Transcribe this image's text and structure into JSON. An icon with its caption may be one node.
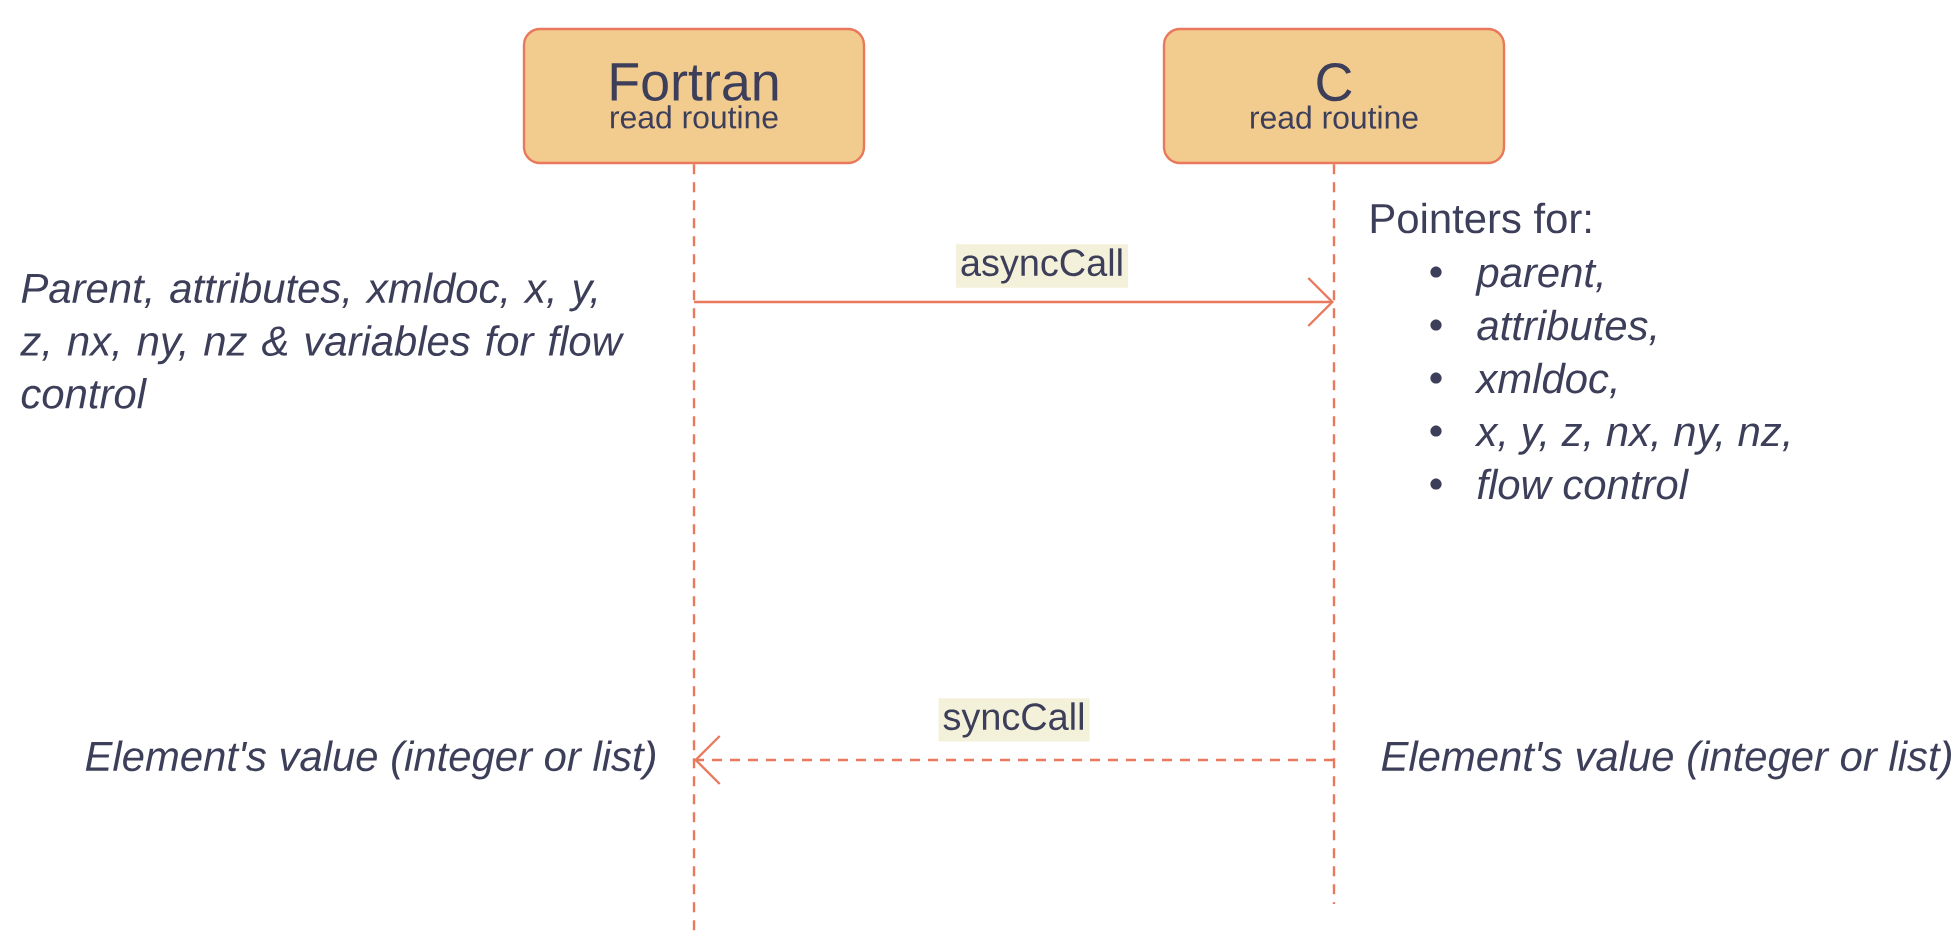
{
  "diagram": {
    "nodes": [
      {
        "text": [
          "Fortran",
          "read routine"
        ]
      },
      {
        "text": [
          "C",
          "read routine"
        ]
      }
    ],
    "edges": [
      {
        "from": 0,
        "to": 1,
        "arrow": "to",
        "label": "asyncCall"
      },
      {
        "from": 1,
        "to": 0,
        "arrow": "to",
        "label": "syncCall",
        "style": "dashed"
      }
    ],
    "labels": [
      "Parent, attributes, xmldoc, x, y, z, nx, ny, nz & variables for flow control",
      "Pointers for:",
      "parent,",
      "attributes,",
      "xmldoc,",
      "x, y, z, nx, ny, nz,",
      "flow control",
      "Element's value (integer or list)",
      "Element's value (integer or list)"
    ]
  }
}
